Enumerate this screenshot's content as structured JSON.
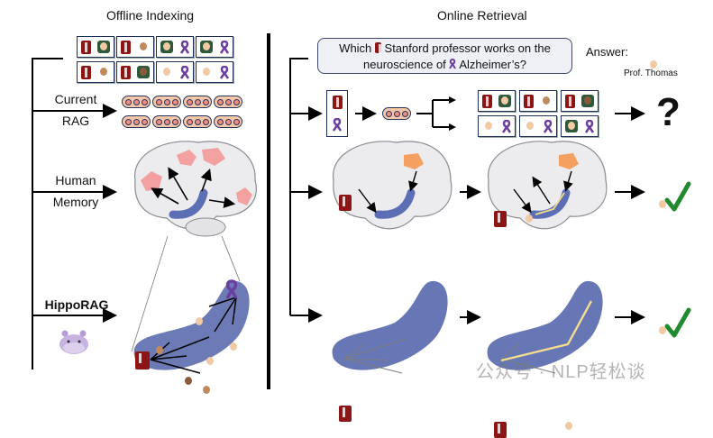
{
  "headers": {
    "left": "Offline Indexing",
    "right": "Online Retrieval"
  },
  "rows": {
    "current_rag": [
      "Current",
      "RAG"
    ],
    "human_memory": [
      "Human",
      "Memory"
    ],
    "hipporag": "HippoRAG"
  },
  "query": {
    "line1_pre": "Which",
    "line1_post": "Stanford professor works on the",
    "line2_pre": "neuroscience of",
    "line2_post": "Alzheimer’s?"
  },
  "answer": {
    "label": "Answer:",
    "name": "Prof. Thomas"
  },
  "results": {
    "current_rag": "?",
    "human_memory": "✓",
    "hipporag": "✓"
  },
  "icons": {
    "concept_a": "stanford-logo",
    "concept_b": "alzheimers-ribbon",
    "mascot": "hippo"
  },
  "colors": {
    "stanford": "#8c1515",
    "ribbon": "#6b3fa0",
    "hippocampus": "#5f6fb0",
    "highlight_path": "#f3dc8a",
    "cortex_region": "#f08d8d",
    "check": "#1f8a2e"
  },
  "watermark": "公众号 · NLP轻松谈"
}
